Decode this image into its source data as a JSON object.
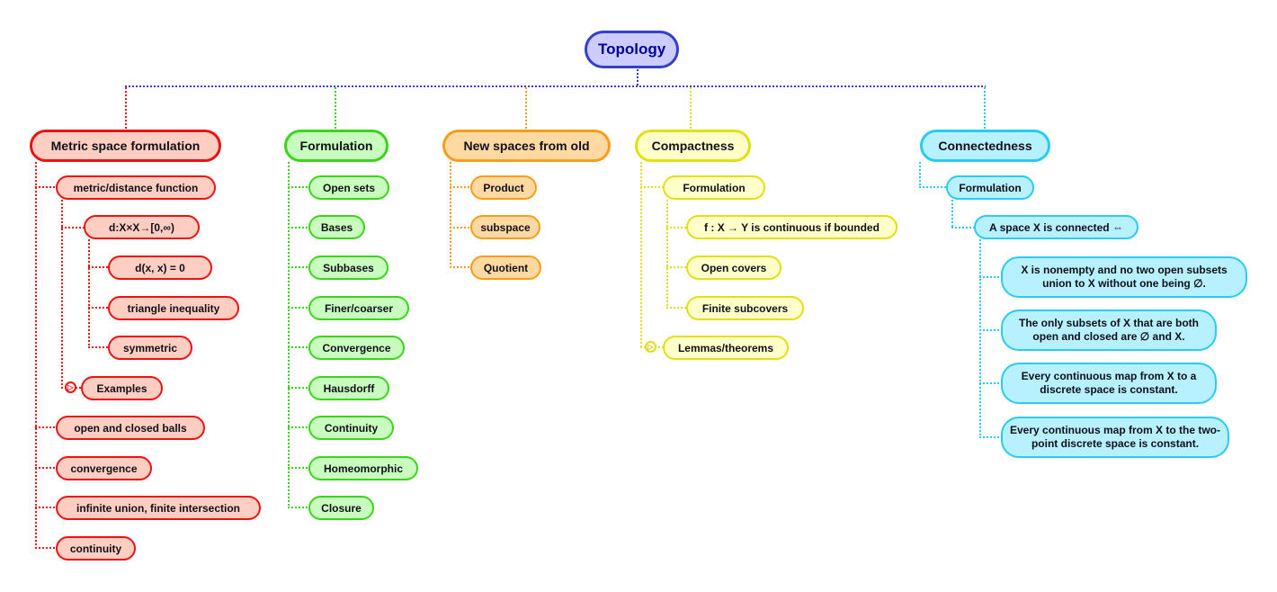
{
  "root": {
    "label": "Topology",
    "border_color": "#3340cc",
    "fill_color": "#ccccff",
    "text_color": "#000099"
  },
  "icons": {
    "collapsed_toggle": "▷"
  },
  "connector_color_trunk": "#3340cc",
  "branches": [
    {
      "label": "Metric space formulation",
      "color": "#ee1111",
      "fill": "#ffcec2",
      "children": [
        {
          "label": "metric/distance function",
          "children": [
            {
              "label": "d:X×X→[0,∞)",
              "children": [
                {
                  "label": "d(x, x) = 0"
                },
                {
                  "label": "triangle inequality"
                },
                {
                  "label": "symmetric"
                }
              ]
            },
            {
              "label": "Examples",
              "collapsed": true
            }
          ]
        },
        {
          "label": "open and closed balls"
        },
        {
          "label": "convergence"
        },
        {
          "label": "infinite union, finite intersection"
        },
        {
          "label": "continuity"
        }
      ]
    },
    {
      "label": "Formulation",
      "color": "#3bd41b",
      "fill": "#c9fdc0",
      "children": [
        {
          "label": "Open sets"
        },
        {
          "label": "Bases"
        },
        {
          "label": "Subbases"
        },
        {
          "label": "Finer/coarser"
        },
        {
          "label": "Convergence"
        },
        {
          "label": "Hausdorff"
        },
        {
          "label": "Continuity"
        },
        {
          "label": "Homeomorphic"
        },
        {
          "label": "Closure"
        }
      ]
    },
    {
      "label": "New spaces from old",
      "color": "#f49e1c",
      "fill": "#ffd9a1",
      "children": [
        {
          "label": "Product"
        },
        {
          "label": "subspace"
        },
        {
          "label": "Quotient"
        }
      ]
    },
    {
      "label": "Compactness",
      "color": "#e2e013",
      "fill": "#ffffca",
      "children": [
        {
          "label": "Formulation",
          "children": [
            {
              "label": "f : X → Y is continuous if bounded"
            },
            {
              "label": "Open covers"
            },
            {
              "label": "Finite subcovers"
            }
          ]
        },
        {
          "label": "Lemmas/theorems",
          "collapsed": true
        }
      ]
    },
    {
      "label": "Connectedness",
      "color": "#29cbf2",
      "fill": "#b7f0fe",
      "children": [
        {
          "label": "Formulation",
          "children": [
            {
              "label": "A space X is connected ⇔",
              "children": [
                {
                  "label": "X is nonempty and no two open subsets union to X without one being ∅."
                },
                {
                  "label": "The only subsets of X that are both open and closed are ∅ and X."
                },
                {
                  "label": "Every continuous map from X to a discrete space is constant."
                },
                {
                  "label": "Every continuous map from X to the two-point discrete space is constant."
                }
              ]
            }
          ]
        }
      ]
    }
  ]
}
